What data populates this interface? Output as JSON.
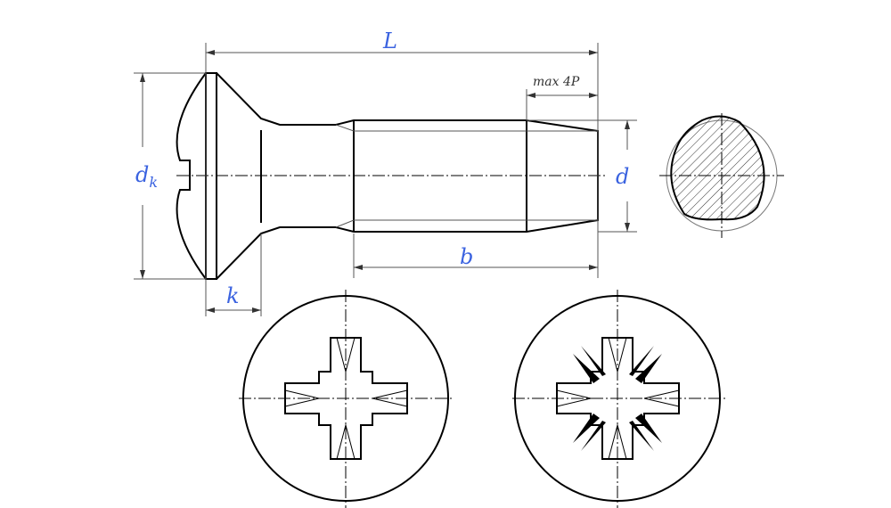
{
  "labels": {
    "length": "L",
    "head_diameter": "d",
    "head_diameter_sub": "k",
    "head_height": "k",
    "thread_length": "b",
    "diameter": "d",
    "tip_note": "max 4P"
  },
  "colors": {
    "label": "#3b63e0",
    "outline": "#000000"
  }
}
